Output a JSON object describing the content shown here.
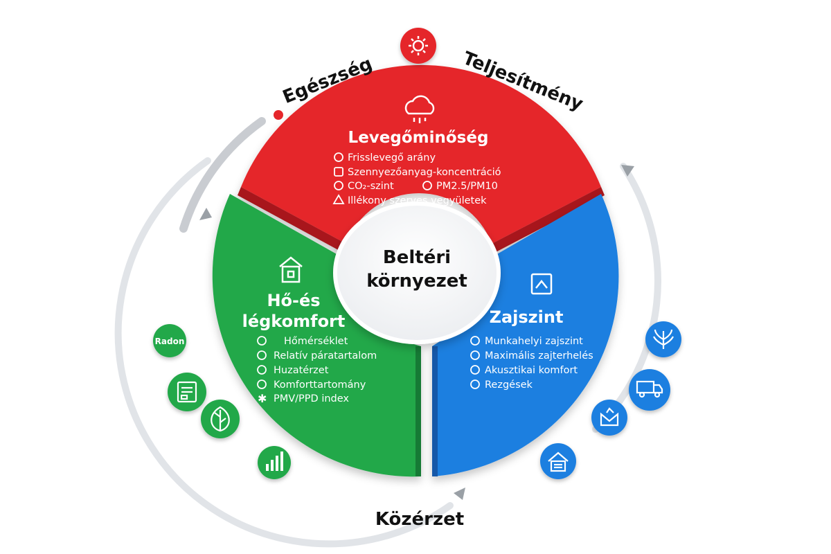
{
  "center": {
    "line1": "Beltéri",
    "line2": "környezet"
  },
  "outer_labels": {
    "top_left": "Egészség",
    "top_right": "Teljesítmény",
    "bottom": "Közérzet"
  },
  "segments": {
    "air": {
      "title": "Levegőminőség",
      "color": "#e5262b",
      "items": [
        "Frisslevegő arány",
        "Szennyezőanyag-koncentráció",
        "CO₂-szint",
        "PM2.5/PM10",
        "Illékony szerves vegyületek"
      ]
    },
    "thermal": {
      "title_line1": "Hő-és",
      "title_line2": "légkomfort",
      "color": "#22a84a",
      "items": [
        "Hőmérséklet",
        "Relatív páratartalom",
        "Huzatérzet",
        "Komforttartomány",
        "PMV/PPD index"
      ]
    },
    "noise": {
      "title": "Zajszint",
      "color": "#1d7fe0",
      "items": [
        "Munkahelyi zajszint",
        "Maximális zajterhelés",
        "Akusztikai komfort",
        "Rezgések"
      ]
    }
  },
  "badges": {
    "top_icon": "sun-icon",
    "radon_label": "Radon",
    "left_icons": [
      "radon-badge",
      "meter-icon",
      "leaf-icon",
      "bar-chart-icon"
    ],
    "right_icons": [
      "plant-icon",
      "truck-icon",
      "envelope-icon",
      "house-icon"
    ]
  }
}
